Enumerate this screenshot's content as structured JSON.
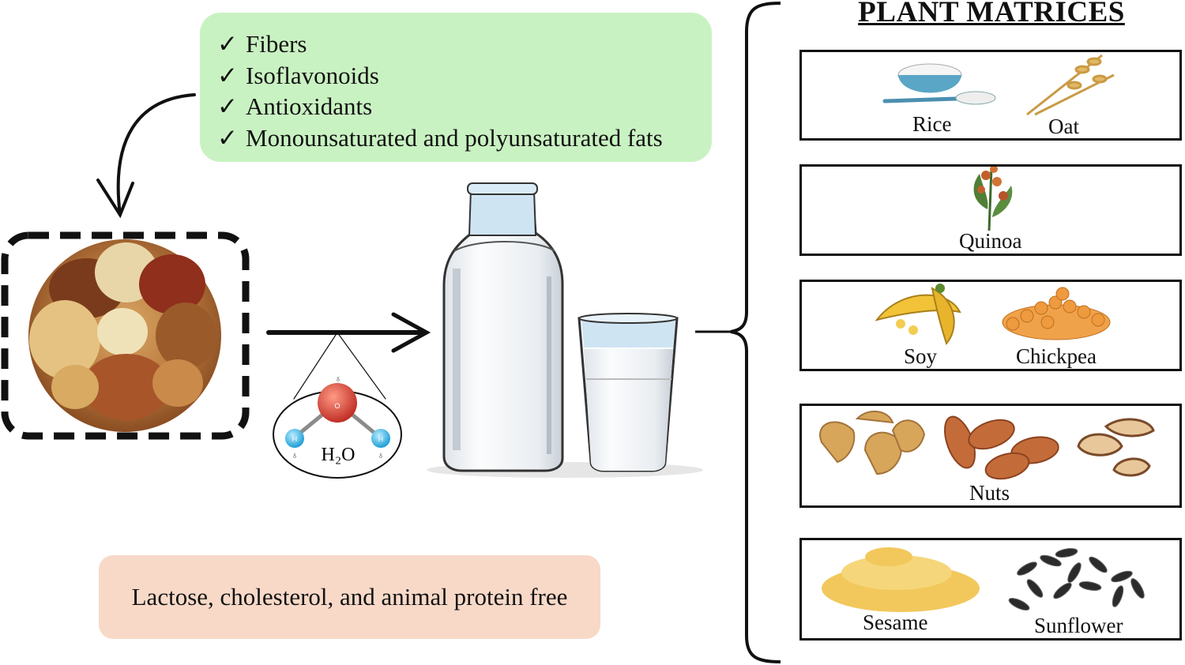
{
  "benefits": {
    "check_symbol": "✓",
    "items": [
      "Fibers",
      "Isoflavonoids",
      "Antioxidants",
      "Monounsaturated and polyunsaturated fats"
    ]
  },
  "free_label": "Lactose, cholesterol, and animal protein free",
  "water_label": "H₂O",
  "molecule": {
    "oxygen": "O",
    "hydrogen": "H",
    "delta": "δ"
  },
  "matrices": {
    "title": "PLANT MATRICES",
    "rows": [
      {
        "labels": [
          "Rice",
          "Oat"
        ]
      },
      {
        "labels": [
          "Quinoa"
        ]
      },
      {
        "labels": [
          "Soy",
          "Chickpea"
        ]
      },
      {
        "labels": [
          "Nuts"
        ]
      },
      {
        "labels": [
          "Sesame",
          "Sunflower"
        ]
      }
    ]
  },
  "colors": {
    "benefits_bg": "#c9f2c2",
    "free_bg": "#f8d9c8",
    "milk": "#f4f6f8",
    "bottle_cap": "#cfe4f3",
    "oxygen": "#d9423a",
    "hydrogen": "#39b5e6"
  }
}
